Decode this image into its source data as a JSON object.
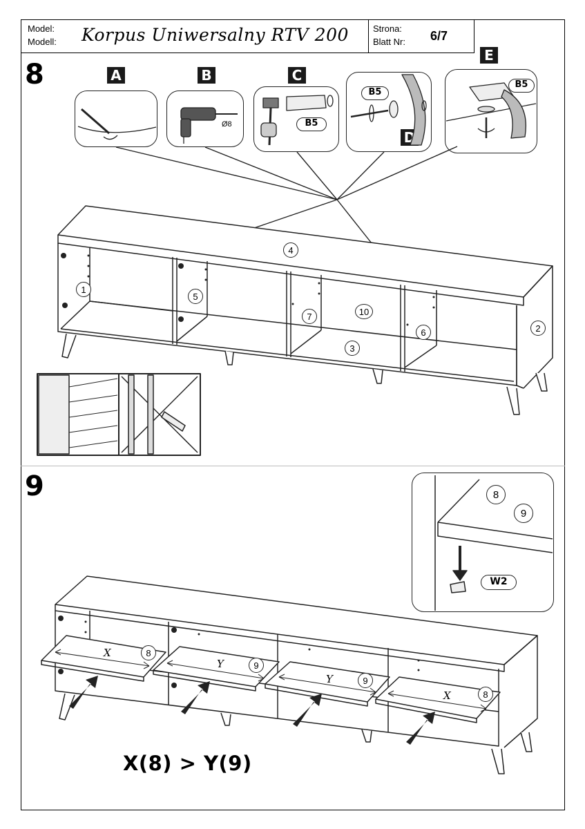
{
  "header": {
    "model_label_1": "Model:",
    "model_label_2": "Modell:",
    "model_name": "Korpus Uniwersalny RTV 200",
    "page_label_1": "Strona:",
    "page_label_2": "Blatt Nr:",
    "page_number": "6/7"
  },
  "step8": {
    "number": "8",
    "tool_letters": [
      "A",
      "B",
      "C",
      "D",
      "E"
    ],
    "drill_size": "Ø8",
    "fitting_code": "B5",
    "part_numbers": {
      "p1": "1",
      "p2": "2",
      "p3": "3",
      "p4": "4",
      "p5": "5",
      "p6": "6",
      "p7": "7",
      "p10": "10"
    }
  },
  "step9": {
    "number": "9",
    "detail_parts": [
      "8",
      "9"
    ],
    "fitting_code": "W2",
    "shelves": [
      {
        "dim": "X",
        "part": "8"
      },
      {
        "dim": "Y",
        "part": "9"
      },
      {
        "dim": "Y",
        "part": "9"
      },
      {
        "dim": "X",
        "part": "8"
      }
    ],
    "formula": "X(8) > Y(9)"
  }
}
